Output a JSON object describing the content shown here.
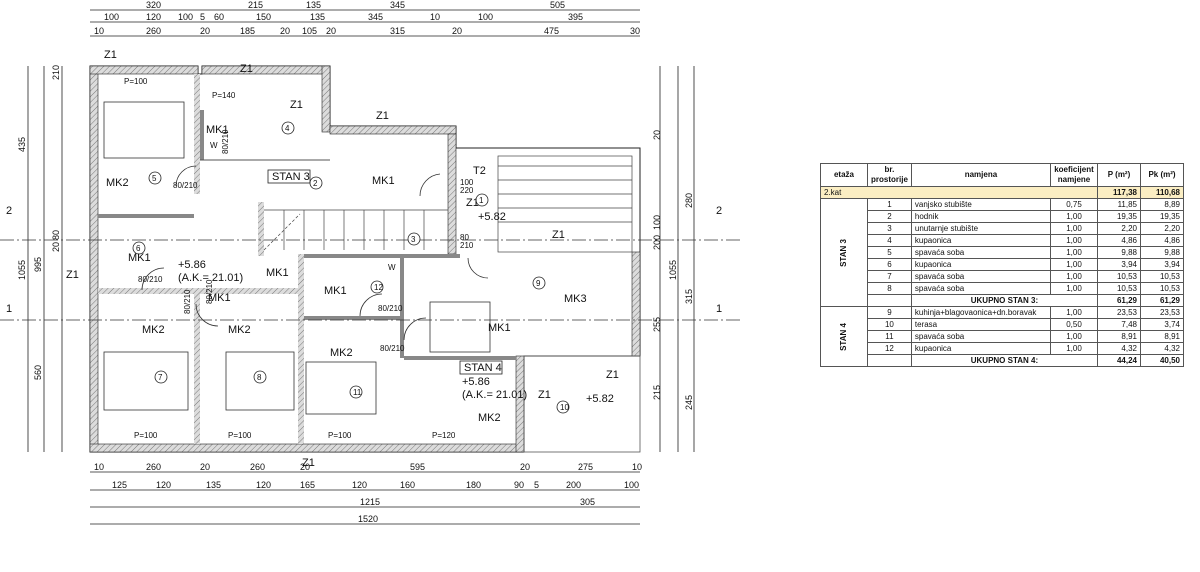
{
  "dimensions": {
    "top_row1": [
      "320",
      "215",
      "135",
      "345",
      "505"
    ],
    "top_row2": [
      "100",
      "120",
      "100",
      "5",
      "60",
      "150",
      "135",
      "345",
      "10",
      "100",
      "395"
    ],
    "top_row3": [
      "10",
      "260",
      "20",
      "185",
      "20",
      "105",
      "20",
      "315",
      "20",
      "475",
      "30"
    ],
    "bottom_row1": [
      "10",
      "260",
      "20",
      "260",
      "20",
      "595",
      "20",
      "275",
      "10"
    ],
    "bottom_row2": [
      "125",
      "120",
      "135",
      "120",
      "165",
      "120",
      "160",
      "180",
      "90",
      "5",
      "200",
      "100"
    ],
    "bottom_row3": [
      "1215",
      "305"
    ],
    "bottom_total": "1520",
    "left_outer": [
      "435",
      "1055"
    ],
    "left_inner": [
      "995",
      "560"
    ],
    "left_small": [
      "210",
      "80",
      "20"
    ],
    "right_outer": [
      "1055"
    ],
    "right_inner": [
      "280",
      "315",
      "245"
    ],
    "right_small": [
      "200",
      "255",
      "215",
      "20",
      "100"
    ]
  },
  "plan": {
    "apartment_3": "STAN 3",
    "apartment_4": "STAN 4",
    "rooms": [
      "5",
      "2",
      "1",
      "3",
      "4",
      "6",
      "7",
      "8",
      "9",
      "10",
      "11",
      "12"
    ],
    "window_tags": [
      "Z1",
      "Z1",
      "Z1",
      "Z1",
      "Z1",
      "Z1",
      "Z1",
      "Z1",
      "Z1",
      "Z1"
    ],
    "furniture_tags": [
      "MK1",
      "MK1",
      "MK1",
      "MK1",
      "MK1",
      "MK1",
      "MK1",
      "MK2",
      "MK2",
      "MK2",
      "MK2",
      "MK2",
      "MK3"
    ],
    "door_tags": [
      "80/210",
      "80/210",
      "80/210",
      "80/210",
      "80/210",
      "80/210",
      "80/210"
    ],
    "stair_tag": "T2",
    "wc_tags": [
      "W",
      "W"
    ],
    "parapet_tags": [
      "P=100",
      "P=100",
      "P=100",
      "P=100",
      "P=120",
      "P=140"
    ],
    "level_1": "+5.86",
    "level_1_note": "(A.K.= 21.01)",
    "level_2": "+5.82",
    "level_3": "+5.86",
    "level_3_note": "(A.K.= 21.01)",
    "level_4": "+5.82",
    "section_2": "2",
    "section_1": "1",
    "door_small": [
      "100",
      "220",
      "80",
      "210"
    ]
  },
  "table": {
    "headers": {
      "floor": "etaža",
      "room_no": "br. prostorije",
      "purpose": "namjena",
      "coef": "koeficijent namjene",
      "p": "P (m²)",
      "pk": "Pk (m²)"
    },
    "floor_row": {
      "label": "2.kat",
      "p": "117,38",
      "pk": "110,68"
    },
    "group_3": {
      "label": "STAN 3",
      "rows": [
        {
          "no": "1",
          "name": "vanjsko stubište",
          "coef": "0,75",
          "p": "11,85",
          "pk": "8,89"
        },
        {
          "no": "2",
          "name": "hodnik",
          "coef": "1,00",
          "p": "19,35",
          "pk": "19,35"
        },
        {
          "no": "3",
          "name": "unutarnje stubište",
          "coef": "1,00",
          "p": "2,20",
          "pk": "2,20"
        },
        {
          "no": "4",
          "name": "kupaonica",
          "coef": "1,00",
          "p": "4,86",
          "pk": "4,86"
        },
        {
          "no": "5",
          "name": "spavaća soba",
          "coef": "1,00",
          "p": "9,88",
          "pk": "9,88"
        },
        {
          "no": "6",
          "name": "kupaonica",
          "coef": "1,00",
          "p": "3,94",
          "pk": "3,94"
        },
        {
          "no": "7",
          "name": "spavaća soba",
          "coef": "1,00",
          "p": "10,53",
          "pk": "10,53"
        },
        {
          "no": "8",
          "name": "spavaća soba",
          "coef": "1,00",
          "p": "10,53",
          "pk": "10,53"
        }
      ],
      "total_label": "UKUPNO STAN 3:",
      "total_p": "61,29",
      "total_pk": "61,29"
    },
    "group_4": {
      "label": "STAN 4",
      "rows": [
        {
          "no": "9",
          "name": "kuhinja+blagovaonica+dn.boravak",
          "coef": "1,00",
          "p": "23,53",
          "pk": "23,53"
        },
        {
          "no": "10",
          "name": "terasa",
          "coef": "0,50",
          "p": "7,48",
          "pk": "3,74"
        },
        {
          "no": "11",
          "name": "spavaća soba",
          "coef": "1,00",
          "p": "8,91",
          "pk": "8,91"
        },
        {
          "no": "12",
          "name": "kupaonica",
          "coef": "1,00",
          "p": "4,32",
          "pk": "4,32"
        }
      ],
      "total_label": "UKUPNO STAN 4:",
      "total_p": "44,24",
      "total_pk": "40,50"
    }
  }
}
